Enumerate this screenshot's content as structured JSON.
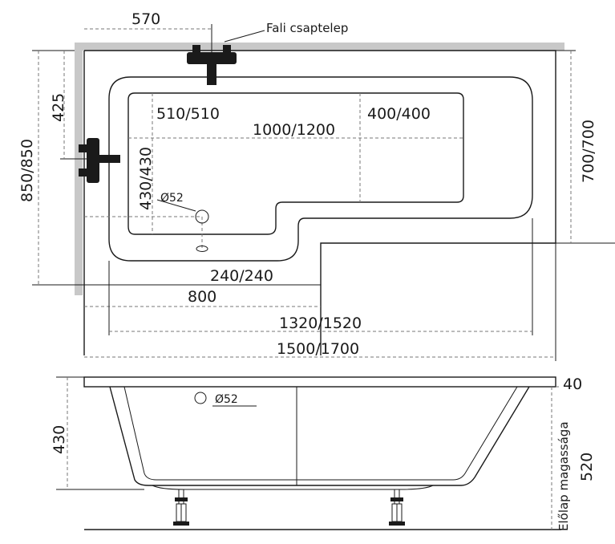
{
  "top_view": {
    "dim_570": "570",
    "faucet_label": "Fali csaptelep",
    "dim_425": "425",
    "dim_850": "850/850",
    "dim_700": "700/700",
    "dim_510": "510/510",
    "dim_1000": "1000/1200",
    "dim_400": "400/400",
    "dim_430": "430/430",
    "dim_drain": "Ø52",
    "dim_240": "240/240",
    "dim_800": "800",
    "dim_1320": "1320/1520",
    "dim_1500": "1500/1700"
  },
  "side_view": {
    "dim_40": "40",
    "dim_drain": "Ø52",
    "dim_430": "430",
    "apron_label": "Előlap magassága",
    "dim_520": "520"
  }
}
